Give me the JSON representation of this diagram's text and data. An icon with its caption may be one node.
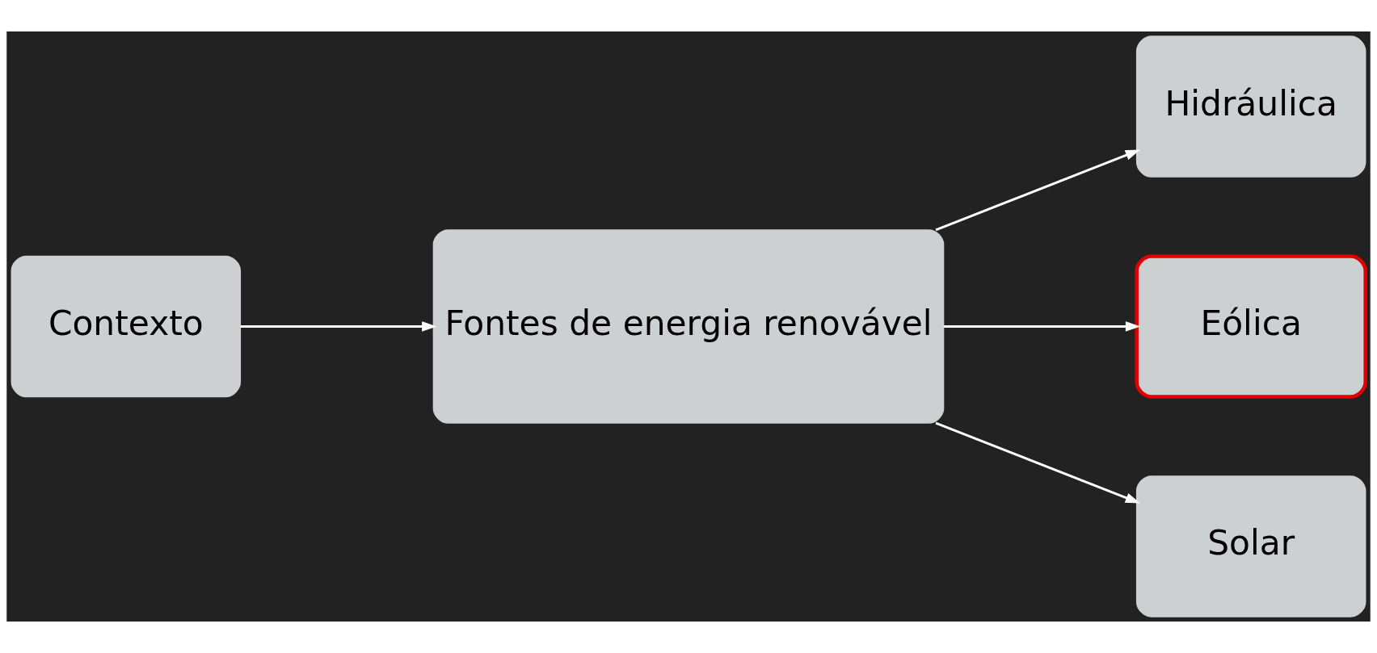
{
  "diagram": {
    "nodes": [
      {
        "text": [
          "Contexto"
        ]
      },
      {
        "text": [
          "Fontes de energia renovável"
        ]
      },
      {
        "text": [
          "Hidráulica"
        ]
      },
      {
        "text": [
          "Eólica"
        ]
      },
      {
        "text": [
          "Solar"
        ]
      }
    ],
    "edges": [
      {
        "from": 0,
        "to": 1,
        "arrow": "to"
      },
      {
        "from": 1,
        "to": 2,
        "arrow": "to"
      },
      {
        "from": 1,
        "to": 3,
        "arrow": "to"
      },
      {
        "from": 1,
        "to": 4,
        "arrow": "to"
      }
    ]
  }
}
